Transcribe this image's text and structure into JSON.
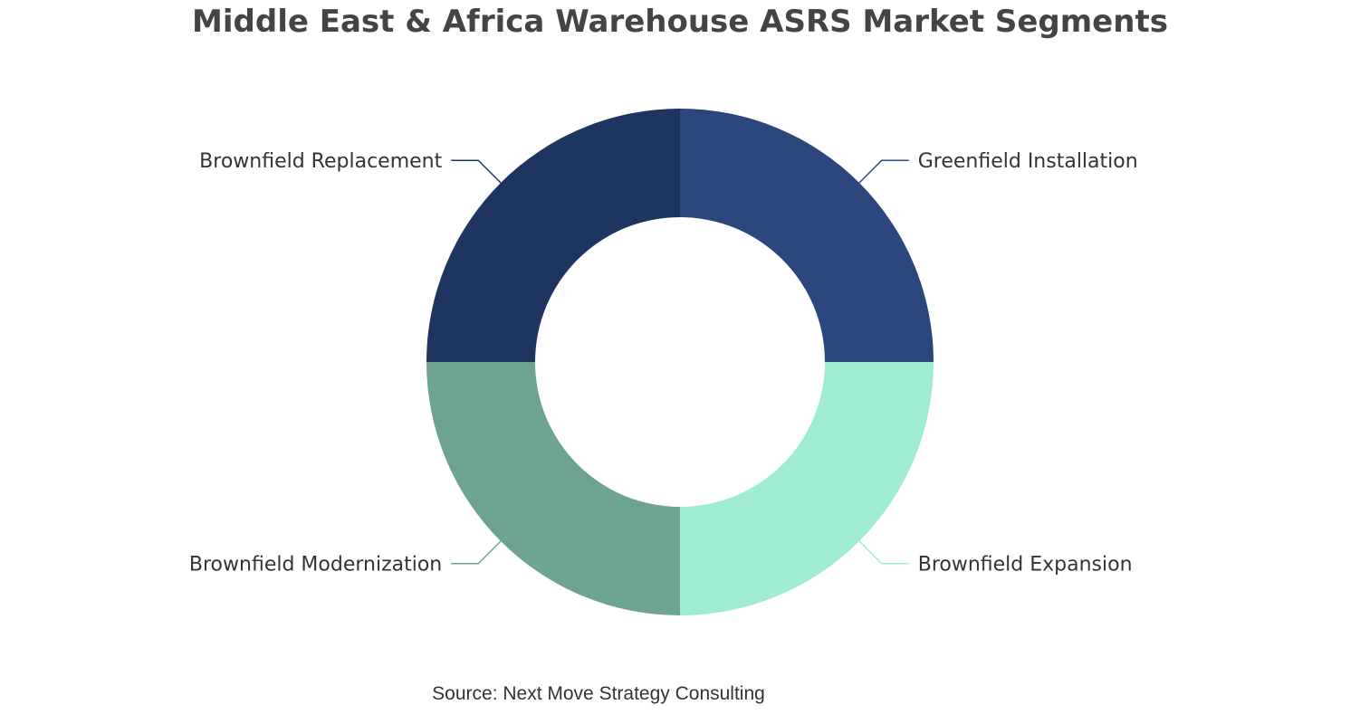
{
  "chart_data": {
    "type": "pie",
    "variant": "donut",
    "title": "Middle East & Africa Warehouse ASRS Market Segments",
    "categories": [
      "Greenfield Installation",
      "Brownfield Expansion",
      "Brownfield Modernization",
      "Brownfield Replacement"
    ],
    "values": [
      25,
      25,
      25,
      25
    ],
    "colors": [
      "#2a467d",
      "#a0ecd1",
      "#6ea48f",
      "#1e3461"
    ],
    "legend": "none",
    "start_angle_deg": 0,
    "direction": "clockwise"
  },
  "source": "Source: Next Move Strategy Consulting"
}
